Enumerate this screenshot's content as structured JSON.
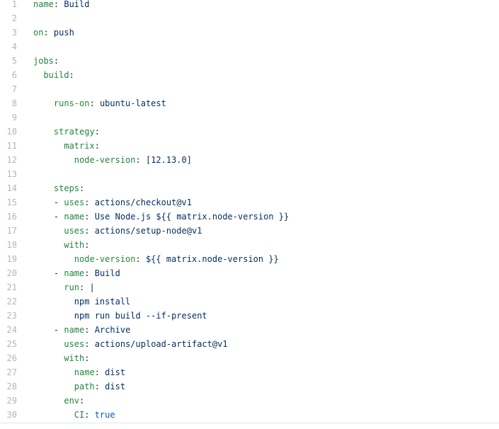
{
  "file": {
    "lines": [
      [
        [
          "k",
          "name"
        ],
        [
          "p",
          ": "
        ],
        [
          "v",
          "Build"
        ]
      ],
      [],
      [
        [
          "k",
          "on"
        ],
        [
          "p",
          ": "
        ],
        [
          "v",
          "push"
        ]
      ],
      [],
      [
        [
          "k",
          "jobs"
        ],
        [
          "p",
          ":"
        ]
      ],
      [
        [
          "p",
          "  "
        ],
        [
          "k",
          "build"
        ],
        [
          "p",
          ":"
        ]
      ],
      [],
      [
        [
          "p",
          "    "
        ],
        [
          "k",
          "runs-on"
        ],
        [
          "p",
          ": "
        ],
        [
          "v",
          "ubuntu-latest"
        ]
      ],
      [],
      [
        [
          "p",
          "    "
        ],
        [
          "k",
          "strategy"
        ],
        [
          "p",
          ":"
        ]
      ],
      [
        [
          "p",
          "      "
        ],
        [
          "k",
          "matrix"
        ],
        [
          "p",
          ":"
        ]
      ],
      [
        [
          "p",
          "        "
        ],
        [
          "k",
          "node-version"
        ],
        [
          "p",
          ": "
        ],
        [
          "p",
          "["
        ],
        [
          "v",
          "12.13.0"
        ],
        [
          "p",
          "]"
        ]
      ],
      [],
      [
        [
          "p",
          "    "
        ],
        [
          "k",
          "steps"
        ],
        [
          "p",
          ":"
        ]
      ],
      [
        [
          "p",
          "    - "
        ],
        [
          "k",
          "uses"
        ],
        [
          "p",
          ": "
        ],
        [
          "v",
          "actions/checkout@v1"
        ]
      ],
      [
        [
          "p",
          "    - "
        ],
        [
          "k",
          "name"
        ],
        [
          "p",
          ": "
        ],
        [
          "v",
          "Use Node.js ${{ matrix.node-version }}"
        ]
      ],
      [
        [
          "p",
          "      "
        ],
        [
          "k",
          "uses"
        ],
        [
          "p",
          ": "
        ],
        [
          "v",
          "actions/setup-node@v1"
        ]
      ],
      [
        [
          "p",
          "      "
        ],
        [
          "k",
          "with"
        ],
        [
          "p",
          ":"
        ]
      ],
      [
        [
          "p",
          "        "
        ],
        [
          "k",
          "node-version"
        ],
        [
          "p",
          ": "
        ],
        [
          "v",
          "${{ matrix.node-version }}"
        ]
      ],
      [
        [
          "p",
          "    - "
        ],
        [
          "k",
          "name"
        ],
        [
          "p",
          ": "
        ],
        [
          "v",
          "Build"
        ]
      ],
      [
        [
          "p",
          "      "
        ],
        [
          "k",
          "run"
        ],
        [
          "p",
          ": "
        ],
        [
          "p",
          "|"
        ]
      ],
      [
        [
          "p",
          "        "
        ],
        [
          "v",
          "npm install"
        ]
      ],
      [
        [
          "p",
          "        "
        ],
        [
          "v",
          "npm run build --if-present"
        ]
      ],
      [
        [
          "p",
          "    - "
        ],
        [
          "k",
          "name"
        ],
        [
          "p",
          ": "
        ],
        [
          "v",
          "Archive"
        ]
      ],
      [
        [
          "p",
          "      "
        ],
        [
          "k",
          "uses"
        ],
        [
          "p",
          ": "
        ],
        [
          "v",
          "actions/upload-artifact@v1"
        ]
      ],
      [
        [
          "p",
          "      "
        ],
        [
          "k",
          "with"
        ],
        [
          "p",
          ":"
        ]
      ],
      [
        [
          "p",
          "        "
        ],
        [
          "k",
          "name"
        ],
        [
          "p",
          ": "
        ],
        [
          "v",
          "dist"
        ]
      ],
      [
        [
          "p",
          "        "
        ],
        [
          "k",
          "path"
        ],
        [
          "p",
          ": "
        ],
        [
          "v",
          "dist"
        ]
      ],
      [
        [
          "p",
          "      "
        ],
        [
          "k",
          "env"
        ],
        [
          "p",
          ":"
        ]
      ],
      [
        [
          "p",
          "        "
        ],
        [
          "k",
          "CI"
        ],
        [
          "p",
          ": "
        ],
        [
          "b",
          "true"
        ]
      ]
    ],
    "line_numbers": [
      "1",
      "2",
      "3",
      "4",
      "5",
      "6",
      "7",
      "8",
      "9",
      "10",
      "11",
      "12",
      "13",
      "14",
      "15",
      "16",
      "17",
      "18",
      "19",
      "20",
      "21",
      "22",
      "23",
      "24",
      "25",
      "26",
      "27",
      "28",
      "29",
      "30"
    ]
  },
  "colors": {
    "key": "#22863a",
    "value": "#032f62",
    "boolean": "#005cc5",
    "line_number": "#b5b5b5"
  }
}
